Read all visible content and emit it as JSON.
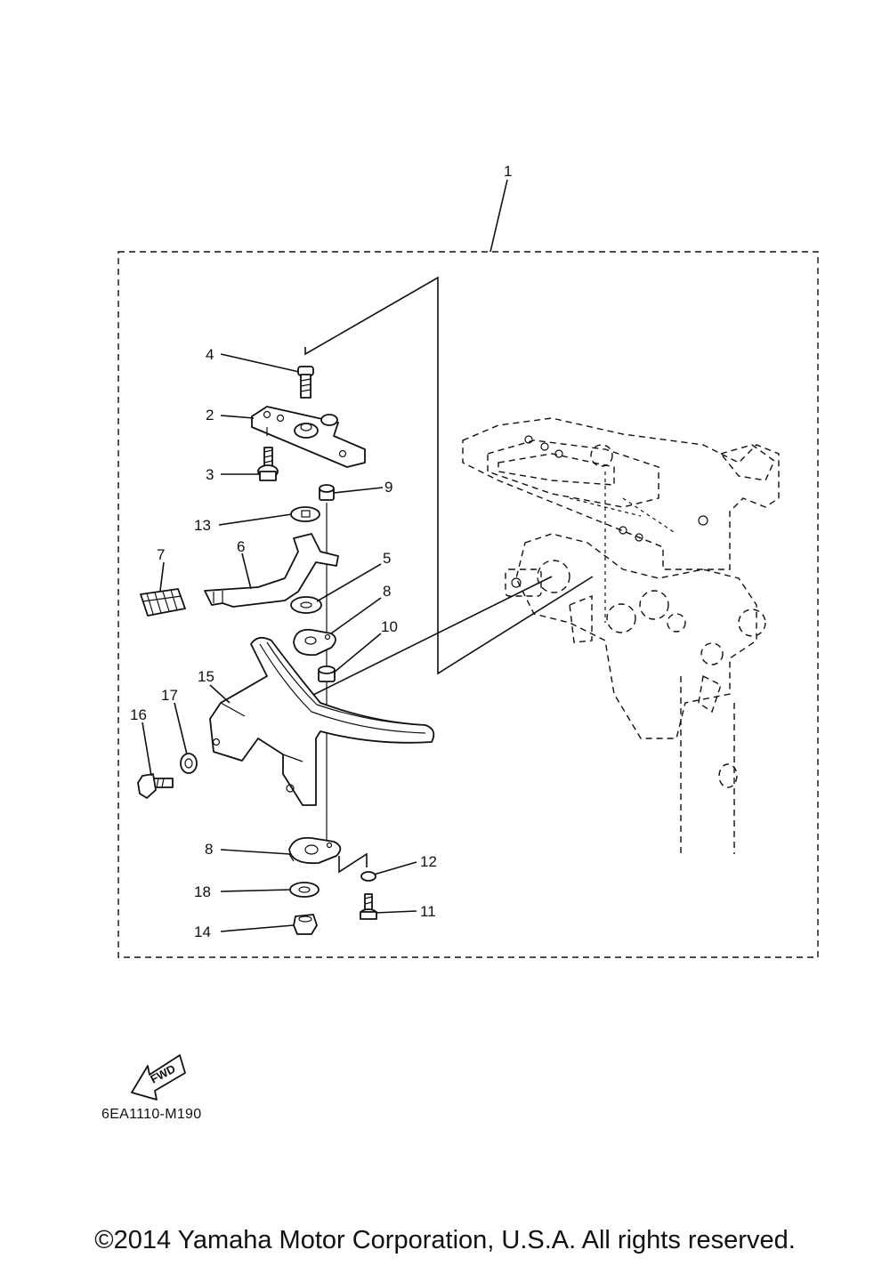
{
  "callouts": {
    "c1": "1",
    "c2": "2",
    "c3": "3",
    "c4": "4",
    "c5": "5",
    "c6": "6",
    "c7": "7",
    "c8a": "8",
    "c8b": "8",
    "c9": "9",
    "c10": "10",
    "c11": "11",
    "c12": "12",
    "c13": "13",
    "c14": "14",
    "c15": "15",
    "c16": "16",
    "c17": "17",
    "c18": "18"
  },
  "fwd_label": "FWD",
  "diagram_code": "6EA1110-M190",
  "copyright": "©2014 Yamaha Motor Corporation, U.S.A. All rights reserved."
}
